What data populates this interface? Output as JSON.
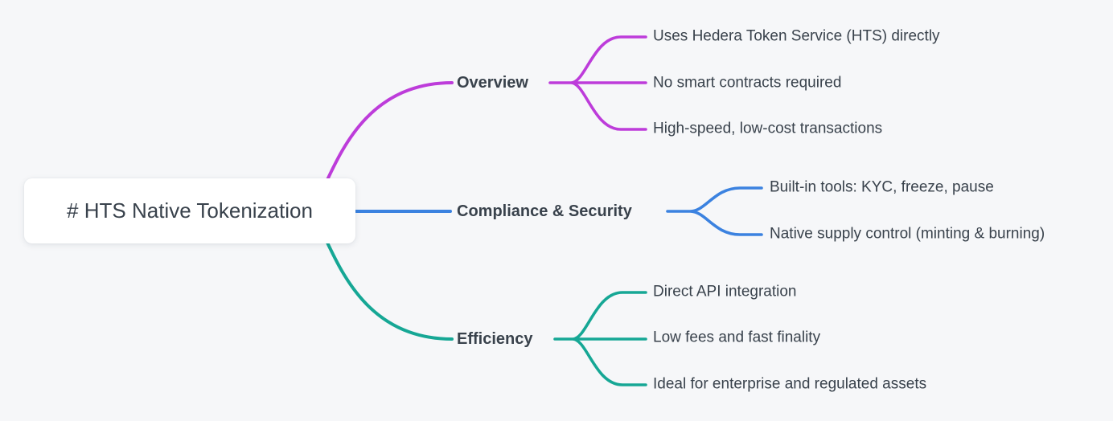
{
  "colors": {
    "background": "#f6f7f9",
    "text": "#39424c",
    "root_background": "#ffffff",
    "branch_overview": "#bd3cda",
    "branch_compliance": "#3b82e0",
    "branch_efficiency": "#16a795"
  },
  "root": {
    "label": "# HTS Native Tokenization"
  },
  "branches": [
    {
      "label": "Overview",
      "color": "#bd3cda",
      "children": [
        "Uses Hedera Token Service (HTS) directly",
        "No smart contracts required",
        "High-speed, low-cost transactions"
      ]
    },
    {
      "label": "Compliance & Security",
      "color": "#3b82e0",
      "children": [
        "Built-in tools: KYC, freeze, pause",
        "Native supply control (minting & burning)"
      ]
    },
    {
      "label": "Efficiency",
      "color": "#16a795",
      "children": [
        "Direct API integration",
        "Low fees and fast finality",
        "Ideal for enterprise and regulated assets"
      ]
    }
  ]
}
